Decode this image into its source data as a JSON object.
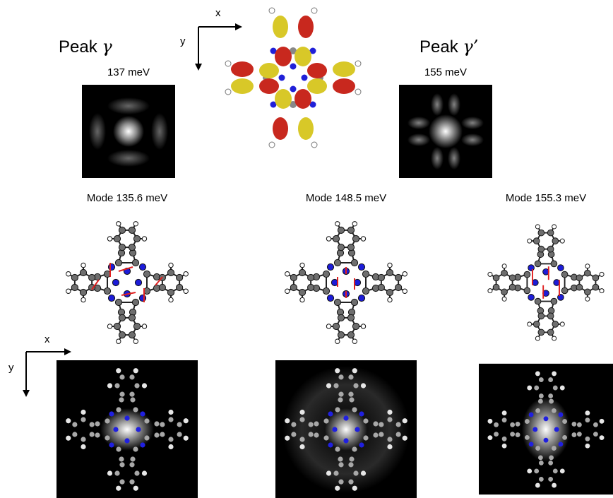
{
  "peaks": [
    {
      "name": "Peak",
      "symbol": "γ",
      "energy": "137 meV"
    },
    {
      "name": "Peak",
      "symbol": "γ’",
      "energy": "155 meV"
    }
  ],
  "modes": [
    {
      "label": "Mode 135.6 meV"
    },
    {
      "label": "Mode 148.5 meV"
    },
    {
      "label": "Mode 155.3 meV"
    }
  ],
  "axes": {
    "x": "x",
    "y": "y"
  },
  "colors": {
    "carbon": "#6e6e6e",
    "nitrogen": "#1c1cd8",
    "hydrogen": "#ffffff",
    "arrow": "#e02020",
    "lobe_red": "#c8281e",
    "lobe_yellow": "#d8c828",
    "map_bg": "#000000",
    "map_atom_c": "#a8a8a8",
    "map_atom_n": "#2020e0",
    "map_atom_h": "#e6e6e6"
  }
}
